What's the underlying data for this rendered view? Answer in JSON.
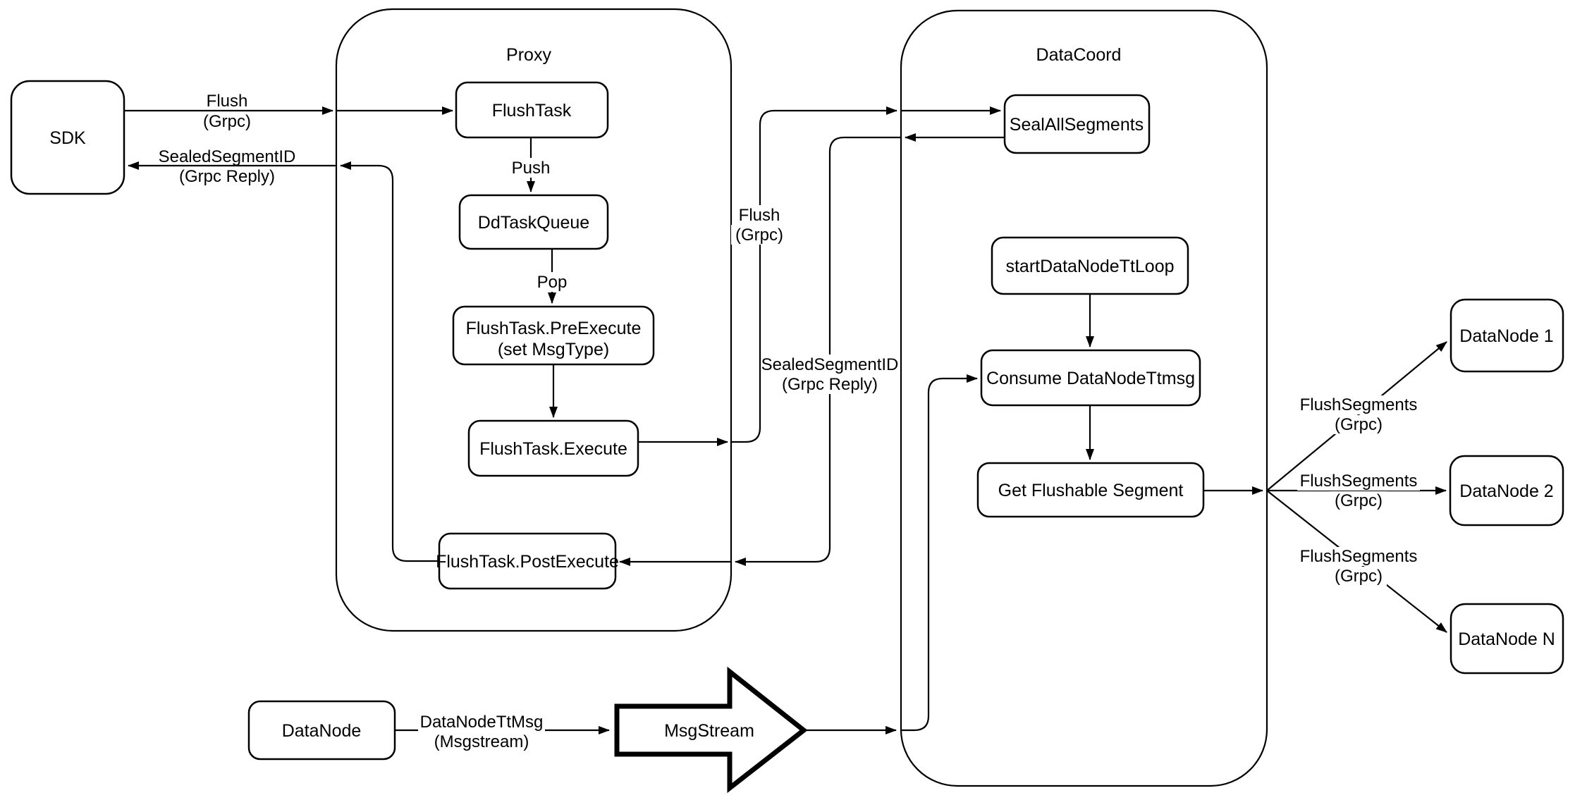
{
  "diagram": {
    "background": "#ffffff",
    "stroke_color": "#000000",
    "containers": {
      "proxy": {
        "title": "Proxy"
      },
      "datacoord": {
        "title": "DataCoord"
      }
    },
    "nodes": {
      "sdk": {
        "label": "SDK"
      },
      "flush_task": {
        "label": "FlushTask"
      },
      "dd_task_queue": {
        "label": "DdTaskQueue"
      },
      "pre_execute": {
        "label": "FlushTask.PreExecute",
        "sublabel": "(set MsgType)"
      },
      "execute": {
        "label": "FlushTask.Execute"
      },
      "post_execute": {
        "label": "FlushTask.PostExecute"
      },
      "seal_all_segments": {
        "label": "SealAllSegments"
      },
      "start_datanode_tt_loop": {
        "label": "startDataNodeTtLoop"
      },
      "consume_datanode_ttmsg": {
        "label": "Consume DataNodeTtmsg"
      },
      "get_flushable_segment": {
        "label": "Get Flushable Segment"
      },
      "datanode_1": {
        "label": "DataNode 1"
      },
      "datanode_2": {
        "label": "DataNode 2"
      },
      "datanode_n": {
        "label": "DataNode N"
      },
      "datanode": {
        "label": "DataNode"
      },
      "msgstream": {
        "label": "MsgStream"
      }
    },
    "edge_labels": {
      "flush_request": {
        "line1": "Flush",
        "line2": "(Grpc)"
      },
      "sealed_segment_reply": {
        "line1": "SealedSegmentID",
        "line2": "(Grpc Reply)"
      },
      "push": {
        "label": "Push"
      },
      "pop": {
        "label": "Pop"
      },
      "flush_grpc_mid": {
        "line1": "Flush",
        "line2": "(Grpc)"
      },
      "sealed_reply_mid": {
        "line1": "SealedSegmentID",
        "line2": "(Grpc Reply)"
      },
      "datanode_tt_msg": {
        "line1": "DataNodeTtMsg",
        "line2": "(Msgstream)"
      },
      "flush_segments_1": {
        "line1": "FlushSegments",
        "line2": "(Grpc)"
      },
      "flush_segments_2": {
        "line1": "FlushSegments",
        "line2": "(Grpc)"
      },
      "flush_segments_3": {
        "line1": "FlushSegments",
        "line2": "(Grpc)"
      }
    }
  }
}
